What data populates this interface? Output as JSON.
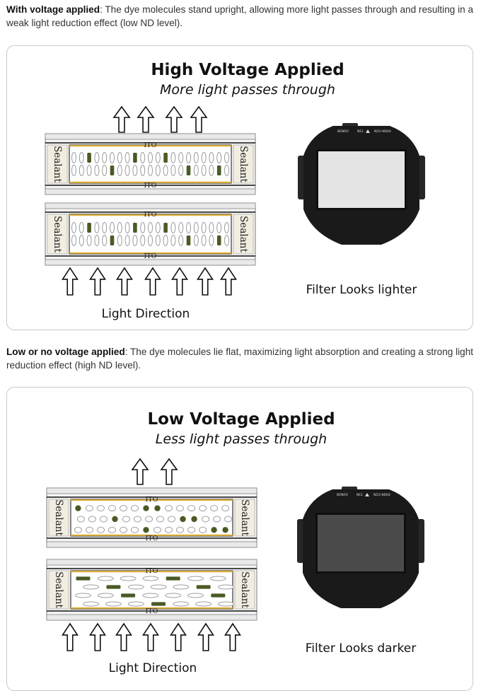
{
  "intro_high": {
    "lead": "With voltage applied",
    "text": ": The dye molecules stand upright, allowing more light passes through and resulting in a weak light reduction effect (low ND level)."
  },
  "intro_low": {
    "lead": "Low or no voltage applied",
    "text": ": The dye molecules lie flat, maximizing light absorption and creating a strong light reduction effect (high ND level)."
  },
  "diagram_high": {
    "title": "High Voltage Applied",
    "subtitle": "More light passes through",
    "ito_label": "ITO",
    "sealant_label": "Sealant",
    "light_direction": "Light  Direction",
    "filter_caption": "Filter Looks lighter",
    "molecule_orientation": "upright",
    "screen_color": "#e5e5e5",
    "brand": "BENRO",
    "model": "NE1",
    "range": "ND3-ND64"
  },
  "diagram_low": {
    "title": "Low Voltage Applied",
    "subtitle": "Less light passes through",
    "ito_label": "ITO",
    "sealant_label": "Sealant",
    "light_direction": "Light Direction",
    "filter_caption": "Filter Looks darker",
    "molecule_orientation": "flat",
    "screen_color": "#4b4b4b",
    "brand": "BENRO",
    "model": "NE1",
    "range": "ND3-ND64"
  },
  "colors": {
    "dye": "#4a5a24",
    "electrode": "#e2b23a",
    "filter_body": "#1a1a1a"
  }
}
